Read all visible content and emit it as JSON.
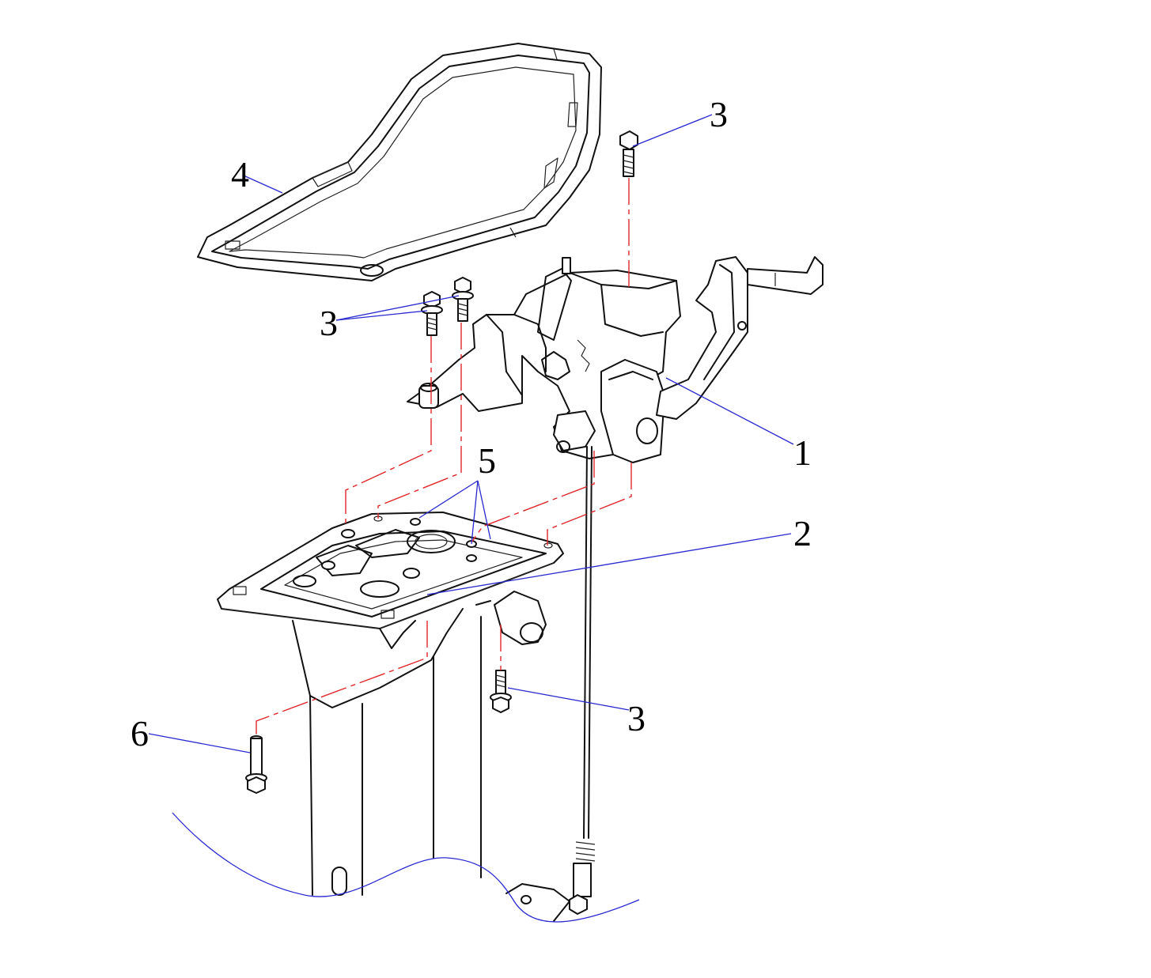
{
  "colors": {
    "leader": "#2a2ad0",
    "centerline": "#e0262a",
    "outline": "#111111",
    "background": "#ffffff"
  },
  "callouts": [
    {
      "id": "c1",
      "label": "1"
    },
    {
      "id": "c2",
      "label": "2"
    },
    {
      "id": "c3a",
      "label": "3"
    },
    {
      "id": "c3b",
      "label": "3"
    },
    {
      "id": "c3c",
      "label": "3"
    },
    {
      "id": "c4",
      "label": "4"
    },
    {
      "id": "c5",
      "label": "5"
    },
    {
      "id": "c6",
      "label": "6"
    }
  ]
}
